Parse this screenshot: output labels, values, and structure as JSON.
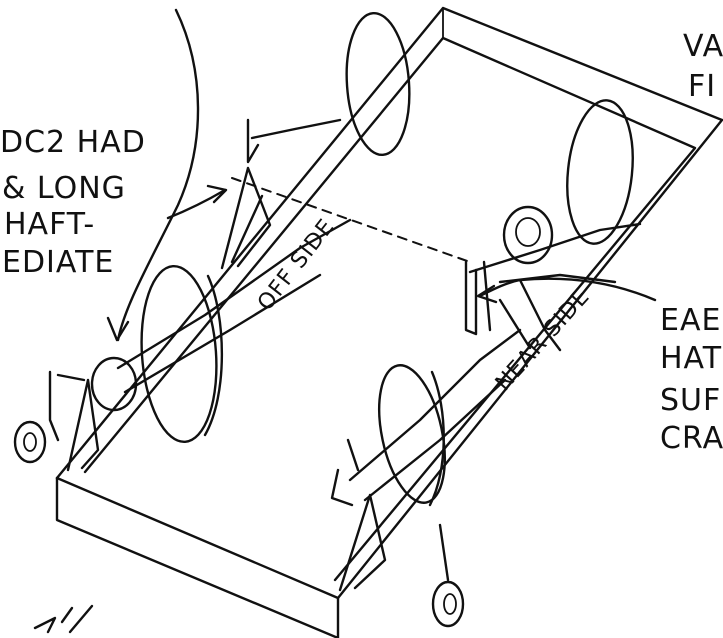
{
  "labels": {
    "left_1": "DC2 HAD",
    "left_2": "& LONG",
    "left_3": "HAFT-",
    "left_4": "EDIATE",
    "off_side": "OFF SIDE",
    "near_side": "NEAR SIDE",
    "top_right_1": "VA",
    "top_right_2": "FI",
    "right_1": "EAE",
    "right_2": "HAT",
    "right_3": "SUF",
    "right_4": "CRA"
  },
  "colors": {
    "ink": "#111111",
    "paper": "#ffffff"
  }
}
